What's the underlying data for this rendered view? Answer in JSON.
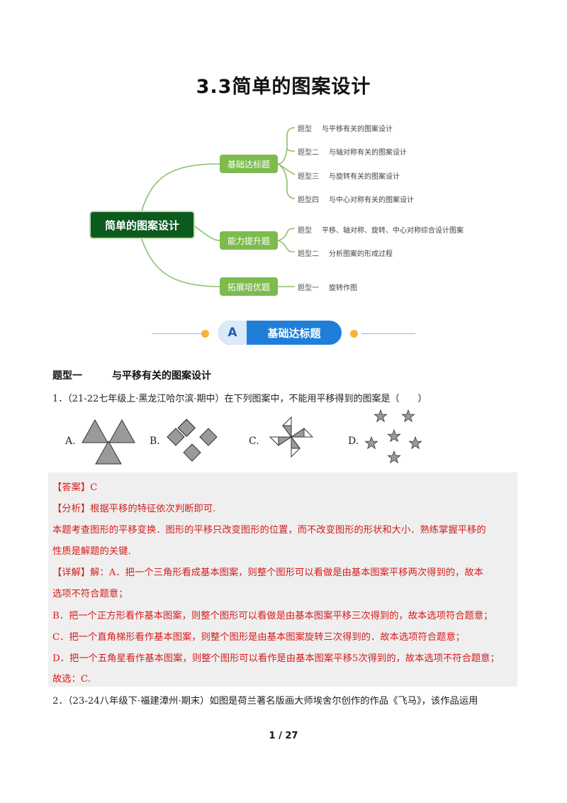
{
  "document": {
    "title": "3.3简单的图案设计",
    "page_number": "1 / 27"
  },
  "mindmap": {
    "root": "简单的图案设计",
    "branches": [
      {
        "label": "基础达标题",
        "leaves": [
          {
            "type": "题型",
            "text": "与平移有关的图案设计"
          },
          {
            "type": "题型二",
            "text": "与轴对称有关的图案设计"
          },
          {
            "type": "题型三",
            "text": "与旋转有关的图案设计"
          },
          {
            "type": "题型四",
            "text": "与中心对称有关的图案设计"
          }
        ]
      },
      {
        "label": "能力提升题",
        "leaves": [
          {
            "type": "题型",
            "text": "平移、轴对称、旋转、中心对称综合设计图案"
          },
          {
            "type": "题型二",
            "text": "分析图案的形成过程"
          }
        ]
      },
      {
        "label": "拓展培优题",
        "leaves": [
          {
            "type": "题型一",
            "text": "旋转作图"
          }
        ]
      }
    ]
  },
  "banner": {
    "letter": "A",
    "label": "基础达标题"
  },
  "section": {
    "type_label": "题型一",
    "type_title": "与平移有关的图案设计"
  },
  "question1": {
    "number": "1．",
    "source": "（21-22七年级上·黑龙江哈尔滨·期中）",
    "stem": "在下列图案中，不能用平移得到的图案是（　　）",
    "options": [
      "A.",
      "B.",
      "C.",
      "D."
    ]
  },
  "answer": {
    "line1": "【答案】C",
    "line2": "【分析】根据平移的特征依次判断即可.",
    "line3": "本题考查图形的平移变换．图形的平移只改变图形的位置，而不改变图形的形状和大小．熟练掌握平移的",
    "line4": "性质是解题的关键.",
    "line5": "【详解】解：A．把一个三角形看成基本图案，则整个图形可以看做是由基本图案平移两次得到的，故本",
    "line6": "选项不符合题意；",
    "line7": "B．把一个正方形看作基本图案，则整个图形可以看做是由基本图案平移三次得到的，故本选项符合题意；",
    "line8": "C．把一个直角梯形看作基本图案，则整个图形是由基本图案旋转三次得到的．故本选项符合题意；",
    "line9": "D．把一个五角星看作基本图案，则整个图形可以看作是由基本图案平移5次得到的，故本选项不符合题意；",
    "line10": "故选：C."
  },
  "question2": {
    "text": "2．（23-24八年级下·福建漳州·期末）如图是荷兰著名版画大师埃舍尔创作的作品《飞马》，该作品运用"
  },
  "colors": {
    "root_bg": "#0b5a1e",
    "branch_bg": "#7dbb4e",
    "answer_text": "#d61c1c",
    "answer_bg": "#efefef",
    "banner_blue": "#1f7fd8",
    "banner_dot": "#f3b43d"
  }
}
